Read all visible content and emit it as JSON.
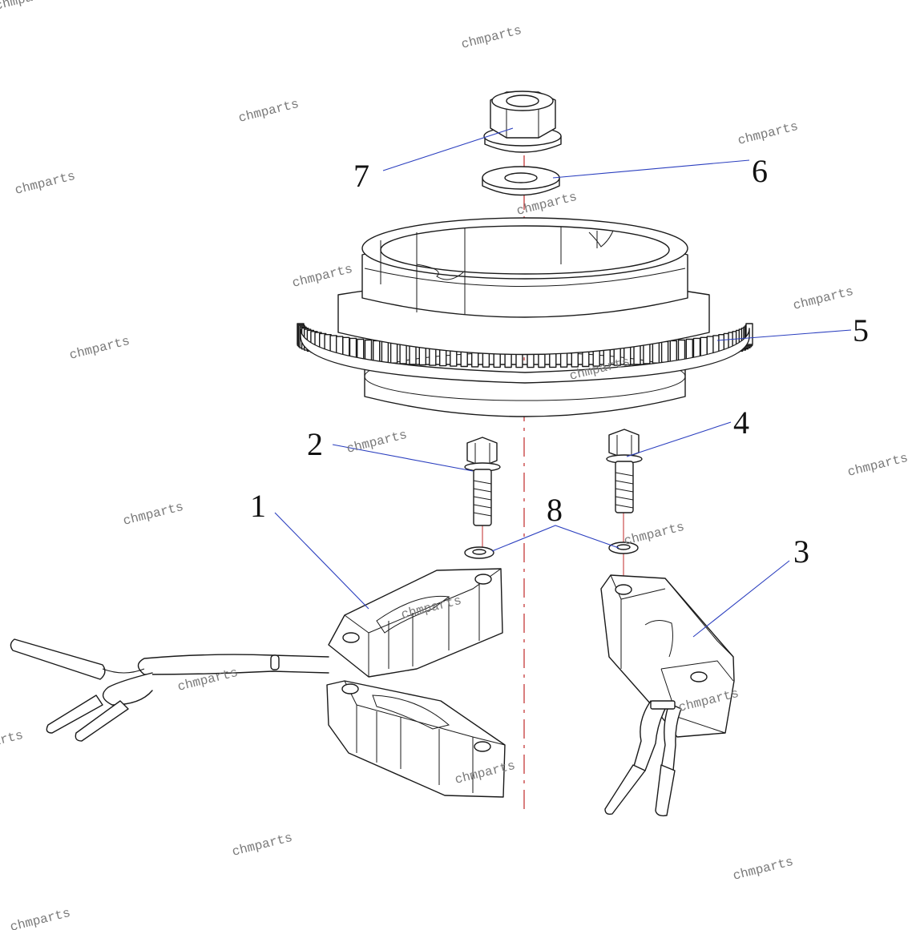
{
  "part_labels": [
    {
      "id": "1",
      "text": "1"
    },
    {
      "id": "2",
      "text": "2"
    },
    {
      "id": "3",
      "text": "3"
    },
    {
      "id": "4",
      "text": "4"
    },
    {
      "id": "5",
      "text": "5"
    },
    {
      "id": "6",
      "text": "6"
    },
    {
      "id": "7",
      "text": "7"
    },
    {
      "id": "8",
      "text": "8"
    }
  ],
  "watermark": {
    "text": "chmparts"
  },
  "colors": {
    "leader": "#2b3fbf",
    "axis": "#c0282a",
    "ink": "#1a1a1a",
    "watermark": "#7a7a7a"
  }
}
